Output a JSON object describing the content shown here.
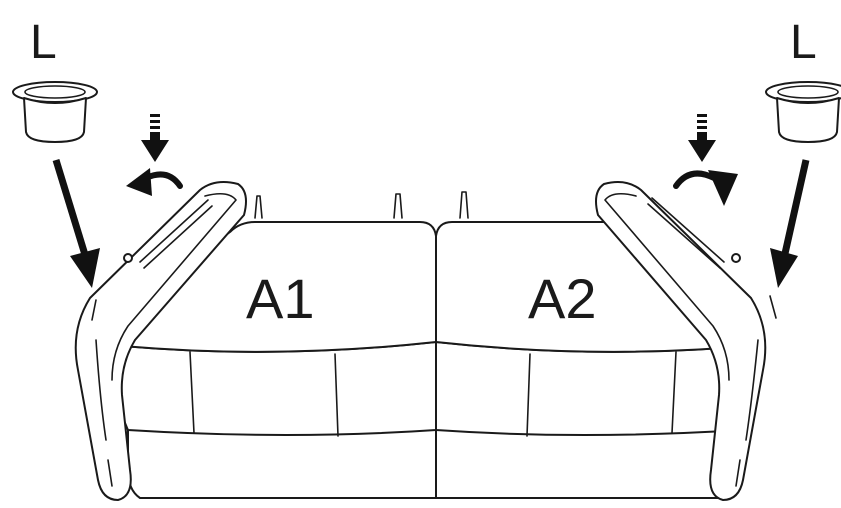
{
  "parts": {
    "left_cap_label": "L",
    "right_cap_label": "L",
    "left_seat_label": "A1",
    "right_seat_label": "A2"
  },
  "colors": {
    "line": "#1a1a1a",
    "fill": "#ffffff"
  },
  "icons": {
    "cap": "cup-holder-insert-icon",
    "push": "push-down-arrow-icon",
    "rotate": "rotate-arrow-icon",
    "insert": "insert-arrow-icon"
  }
}
